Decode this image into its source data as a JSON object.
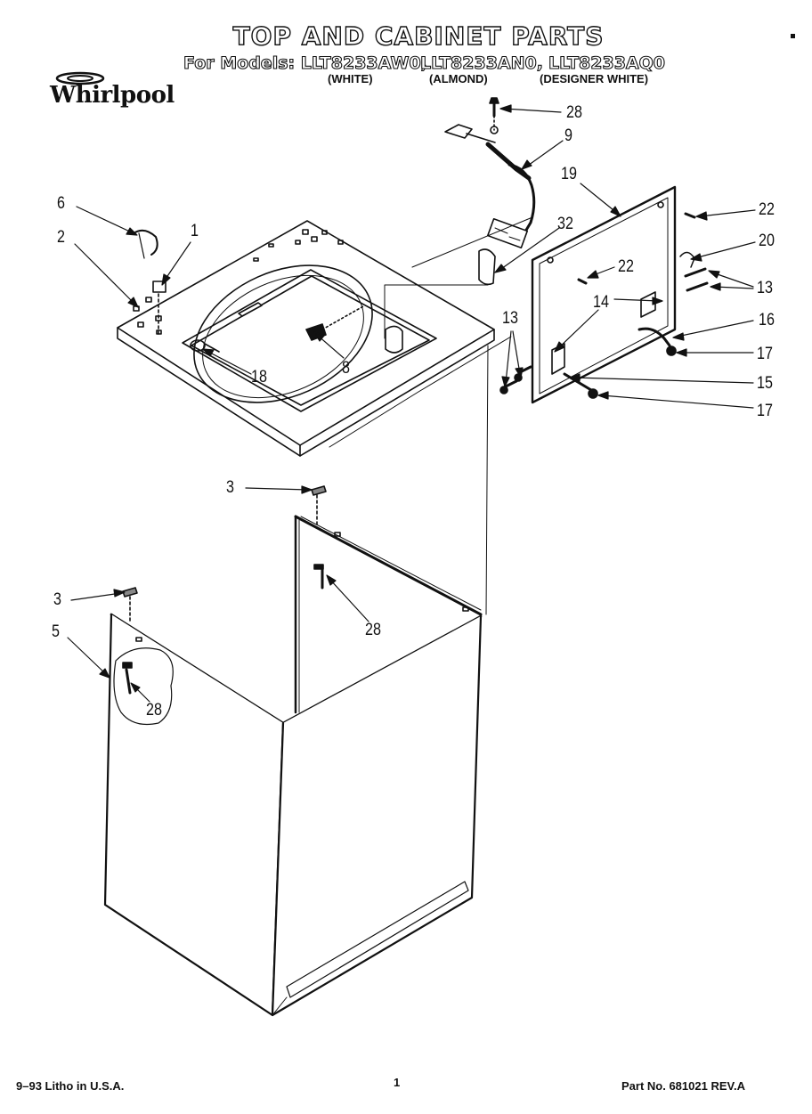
{
  "header": {
    "title": "TOP AND CABINET PARTS",
    "models_prefix": "For Models: LLT8233AW0,",
    "model_2": "LLT8233AN0,",
    "model_3": "LLT8233AQ0",
    "color_1": "(WHITE)",
    "color_2": "(ALMOND)",
    "color_3": "(DESIGNER WHITE)"
  },
  "brand": {
    "logo": "Whirlpool"
  },
  "callouts": {
    "c28a": "28",
    "c9": "9",
    "c19": "19",
    "c22a": "22",
    "c20": "20",
    "c6": "6",
    "c1": "1",
    "c2": "2",
    "c32": "32",
    "c22b": "22",
    "c13a": "13",
    "c14": "14",
    "c16": "16",
    "c13b": "13",
    "c8": "8",
    "c18": "18",
    "c17a": "17",
    "c15": "15",
    "c17b": "17",
    "c3a": "3",
    "c3b": "3",
    "c5": "5",
    "c28b": "28",
    "c28c": "28"
  },
  "footer": {
    "litho": "9–93 Litho in U.S.A.",
    "page": "1",
    "part_no": "Part No. 681021 REV.A"
  }
}
